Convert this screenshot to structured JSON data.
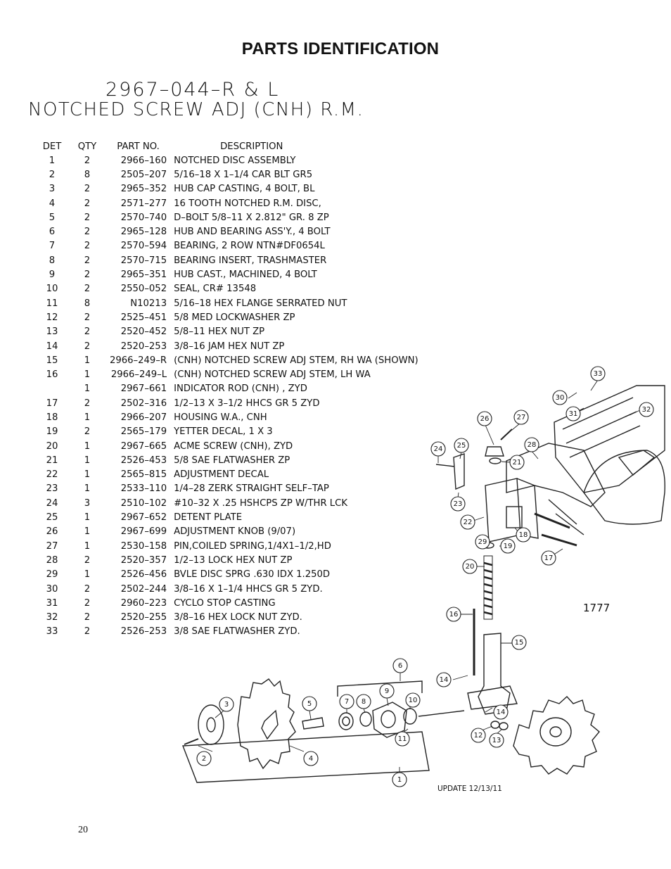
{
  "page": {
    "title": "PARTS IDENTIFICATION",
    "assembly_number": "2967–044–R & L",
    "assembly_name": "NOTCHED SCREW ADJ (CNH) R.M.",
    "drawing_number": "1777",
    "update_note": "UPDATE 12/13/11",
    "page_number": "20"
  },
  "table": {
    "headers": {
      "det": "DET",
      "qty": "QTY",
      "part": "PART NO.",
      "desc": "DESCRIPTION"
    },
    "rows": [
      {
        "det": "1",
        "qty": "2",
        "part": "2966–160",
        "desc": "NOTCHED DISC ASSEMBLY"
      },
      {
        "det": "2",
        "qty": "8",
        "part": "2505–207",
        "desc": "5/16–18 X 1–1/4 CAR BLT GR5"
      },
      {
        "det": "3",
        "qty": "2",
        "part": "2965–352",
        "desc": "HUB CAP CASTING, 4 BOLT, BL"
      },
      {
        "det": "4",
        "qty": "2",
        "part": "2571–277",
        "desc": "16 TOOTH NOTCHED R.M. DISC,"
      },
      {
        "det": "5",
        "qty": "2",
        "part": "2570–740",
        "desc": "D–BOLT 5/8–11 X 2.812\" GR. 8 ZP"
      },
      {
        "det": "6",
        "qty": "2",
        "part": "2965–128",
        "desc": "HUB AND BEARING ASS'Y., 4 BOLT"
      },
      {
        "det": "7",
        "qty": "2",
        "part": "2570–594",
        "desc": "BEARING, 2 ROW NTN#DF0654L"
      },
      {
        "det": "8",
        "qty": "2",
        "part": "2570–715",
        "desc": "BEARING INSERT, TRASHMASTER"
      },
      {
        "det": "9",
        "qty": "2",
        "part": "2965–351",
        "desc": "HUB CAST., MACHINED, 4 BOLT"
      },
      {
        "det": "10",
        "qty": "2",
        "part": "2550–052",
        "desc": "SEAL, CR# 13548"
      },
      {
        "det": "11",
        "qty": "8",
        "part": "N10213",
        "desc": "5/16–18 HEX FLANGE SERRATED NUT"
      },
      {
        "det": "12",
        "qty": "2",
        "part": "2525–451",
        "desc": "5/8 MED LOCKWASHER ZP"
      },
      {
        "det": "13",
        "qty": "2",
        "part": "2520–452",
        "desc": "5/8–11 HEX NUT ZP"
      },
      {
        "det": "14",
        "qty": "2",
        "part": "2520–253",
        "desc": "3/8–16 JAM HEX NUT ZP"
      },
      {
        "det": "15",
        "qty": "1",
        "part": "2966–249–R",
        "desc": "(CNH) NOTCHED SCREW ADJ STEM, RH WA (SHOWN)"
      },
      {
        "det": "16",
        "qty": "1",
        "part": "2966–249–L",
        "desc": "(CNH) NOTCHED SCREW ADJ STEM, LH WA"
      },
      {
        "det": "",
        "qty": "1",
        "part": "2967–661",
        "desc": "INDICATOR ROD (CNH) , ZYD"
      },
      {
        "det": "17",
        "qty": "2",
        "part": "2502–316",
        "desc": "1/2–13 X 3–1/2 HHCS GR 5 ZYD"
      },
      {
        "det": "18",
        "qty": "1",
        "part": "2966–207",
        "desc": "HOUSING W.A., CNH"
      },
      {
        "det": "19",
        "qty": "2",
        "part": "2565–179",
        "desc": "YETTER DECAL, 1 X 3"
      },
      {
        "det": "20",
        "qty": "1",
        "part": "2967–665",
        "desc": "ACME SCREW (CNH), ZYD"
      },
      {
        "det": "21",
        "qty": "1",
        "part": "2526–453",
        "desc": "5/8 SAE FLATWASHER ZP"
      },
      {
        "det": "22",
        "qty": "1",
        "part": "2565–815",
        "desc": "ADJUSTMENT DECAL"
      },
      {
        "det": "23",
        "qty": "1",
        "part": "2533–110",
        "desc": "1/4–28 ZERK STRAIGHT SELF–TAP"
      },
      {
        "det": "24",
        "qty": "3",
        "part": "2510–102",
        "desc": "#10–32 X .25 HSHCPS ZP W/THR LCK"
      },
      {
        "det": "25",
        "qty": "1",
        "part": "2967–652",
        "desc": "DETENT PLATE"
      },
      {
        "det": "26",
        "qty": "1",
        "part": "2967–699",
        "desc": "ADJUSTMENT KNOB (9/07)"
      },
      {
        "det": "27",
        "qty": "1",
        "part": "2530–158",
        "desc": "PIN,COILED SPRING,1/4X1–1/2,HD"
      },
      {
        "det": "28",
        "qty": "2",
        "part": "2520–357",
        "desc": "1/2–13 LOCK HEX NUT ZP"
      },
      {
        "det": "29",
        "qty": "1",
        "part": "2526–456",
        "desc": "BVLE DISC SPRG .630 IDX 1.250D"
      },
      {
        "det": "30",
        "qty": "2",
        "part": "2502–244",
        "desc": "3/8–16 X 1–1/4 HHCS GR 5 ZYD."
      },
      {
        "det": "31",
        "qty": "2",
        "part": "2960–223",
        "desc": "CYCLO STOP CASTING"
      },
      {
        "det": "32",
        "qty": "2",
        "part": "2520–255",
        "desc": "3/8–16 HEX LOCK NUT ZYD."
      },
      {
        "det": "33",
        "qty": "2",
        "part": "2526–253",
        "desc": "3/8 SAE FLATWASHER ZYD."
      }
    ]
  },
  "callouts": [
    "1",
    "2",
    "3",
    "4",
    "5",
    "6",
    "7",
    "8",
    "9",
    "10",
    "11",
    "12",
    "13",
    "14",
    "14",
    "15",
    "16",
    "17",
    "18",
    "19",
    "20",
    "21",
    "22",
    "23",
    "24",
    "25",
    "26",
    "27",
    "28",
    "29",
    "30",
    "31",
    "32",
    "33"
  ]
}
